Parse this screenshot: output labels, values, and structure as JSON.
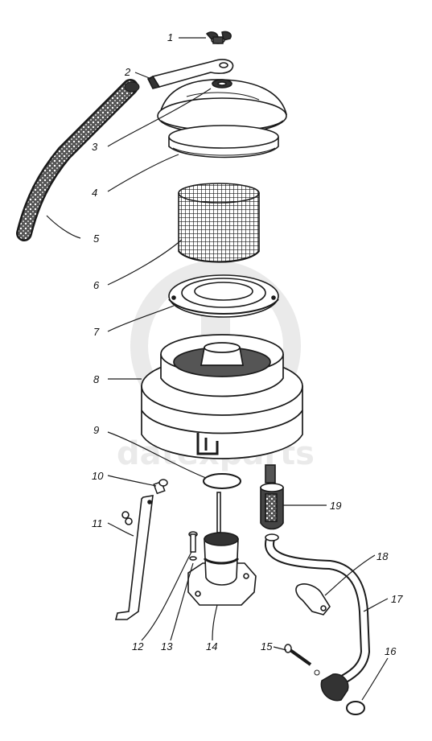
{
  "colors": {
    "ink": "#1a1a1a",
    "paper": "#ffffff",
    "watermark": "#d9d9d9"
  },
  "watermark": {
    "text": "datexparts"
  },
  "callouts": [
    {
      "id": "1",
      "label": "1"
    },
    {
      "id": "2",
      "label": "2"
    },
    {
      "id": "3",
      "label": "3"
    },
    {
      "id": "4",
      "label": "4"
    },
    {
      "id": "5",
      "label": "5"
    },
    {
      "id": "6",
      "label": "6"
    },
    {
      "id": "7",
      "label": "7"
    },
    {
      "id": "8",
      "label": "8"
    },
    {
      "id": "9",
      "label": "9"
    },
    {
      "id": "10",
      "label": "10"
    },
    {
      "id": "11",
      "label": "11"
    },
    {
      "id": "12",
      "label": "12"
    },
    {
      "id": "13",
      "label": "13"
    },
    {
      "id": "14",
      "label": "14"
    },
    {
      "id": "15",
      "label": "15"
    },
    {
      "id": "16",
      "label": "16"
    },
    {
      "id": "17",
      "label": "17"
    },
    {
      "id": "18",
      "label": "18"
    },
    {
      "id": "19",
      "label": "19"
    }
  ]
}
